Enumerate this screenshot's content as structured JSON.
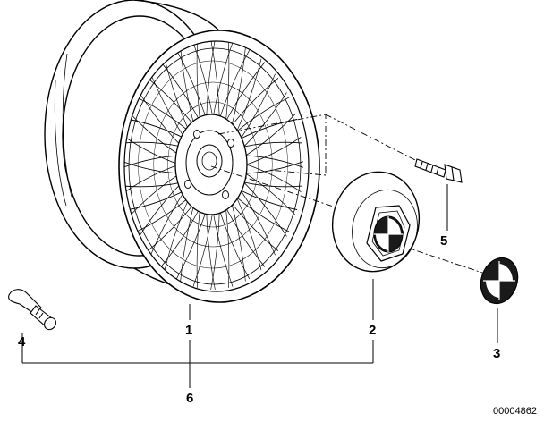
{
  "callouts": {
    "c1": "1",
    "c2": "2",
    "c3": "3",
    "c4": "4",
    "c5": "5",
    "c6": "6"
  },
  "reference_number": "00004862",
  "colors": {
    "line": "#000000",
    "background": "#ffffff",
    "emblem": "#1a1a1a"
  }
}
